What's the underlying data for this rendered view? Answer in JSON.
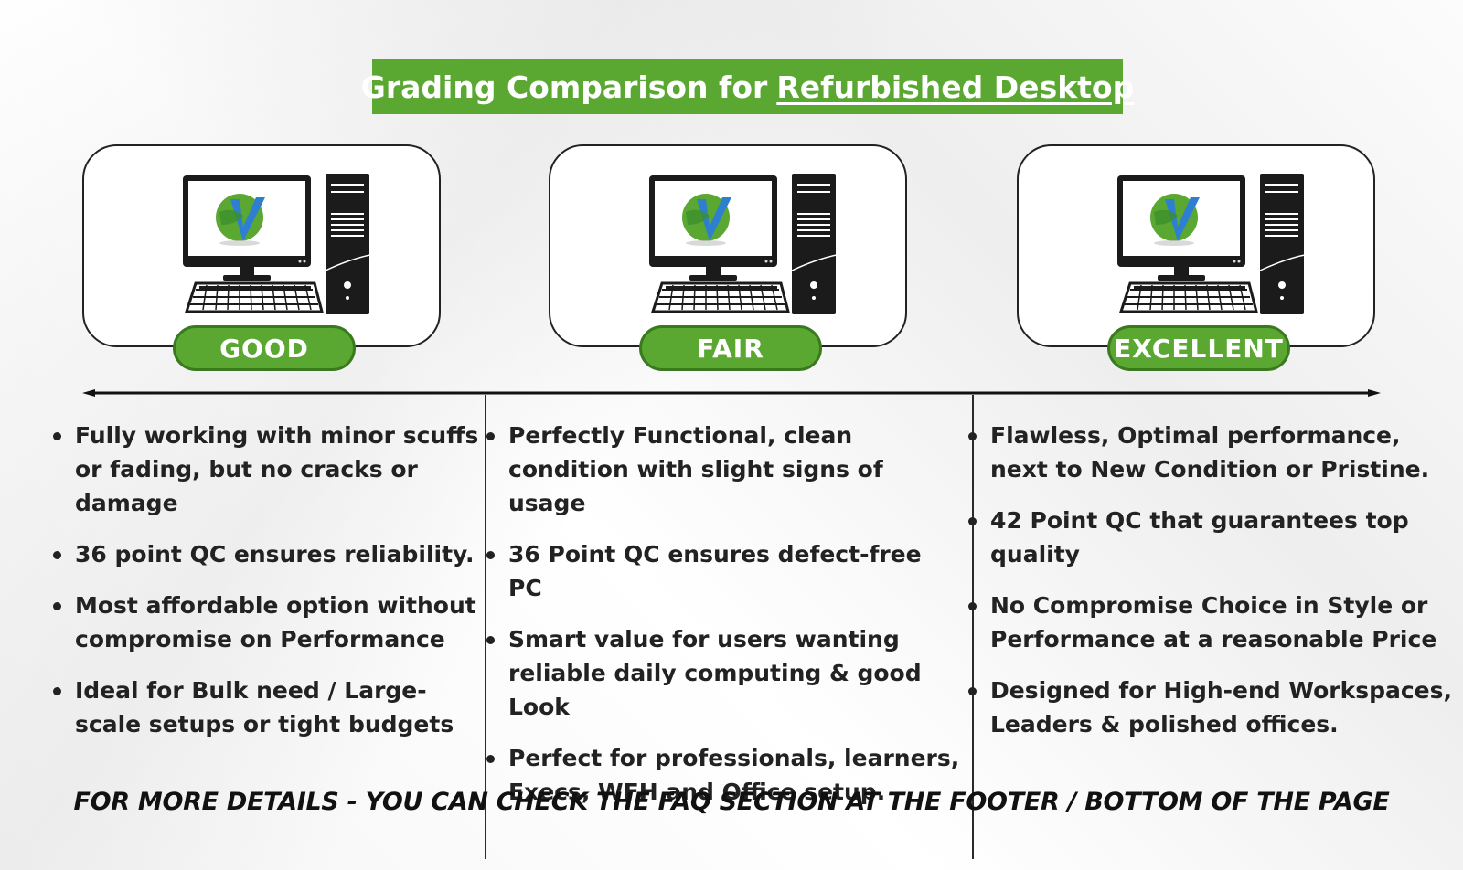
{
  "title": {
    "prefix": "Grading Comparison for",
    "highlight": "Refurbished Desktop"
  },
  "colors": {
    "accent_green": "#5aa832",
    "dark_green": "#3a7a1e",
    "text": "#222222"
  },
  "grades": [
    {
      "label": "GOOD",
      "icon": "desktop-computer-icon",
      "points": [
        "Fully working with minor scuffs or fading, but no cracks or damage",
        "36 point QC ensures reliability.",
        "Most affordable option without compromise on Performance",
        "Ideal for Bulk need / Large-scale setups or tight budgets"
      ]
    },
    {
      "label": "FAIR",
      "icon": "desktop-computer-icon",
      "points": [
        "Perfectly Functional, clean condition with slight signs of usage",
        "36 Point QC ensures defect-free PC",
        "Smart value for users wanting reliable daily computing & good Look",
        "Perfect for professionals, learners, Execs, WFH and Office setup."
      ]
    },
    {
      "label": "EXCELLENT",
      "icon": "desktop-computer-icon",
      "points": [
        "Flawless, Optimal performance, next to New Condition or Pristine.",
        "42 Point QC that guarantees top quality",
        "No Compromise Choice in Style or Performance at a reasonable Price",
        "Designed for High-end Workspaces, Leaders & polished offices."
      ]
    }
  ],
  "footer": "FOR MORE DETAILS - YOU CAN CHECK THE FAQ SECTION AT THE FOOTER / BOTTOM OF THE PAGE"
}
